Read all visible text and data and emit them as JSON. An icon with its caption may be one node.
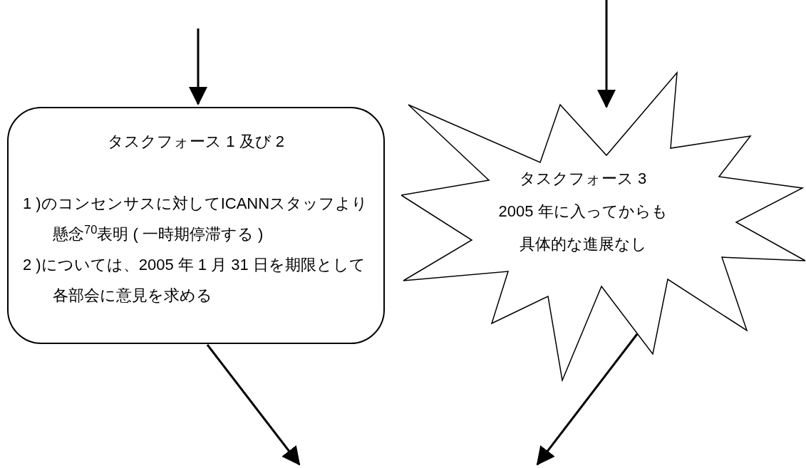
{
  "diagram": {
    "nodes": [
      {
        "text": [
          "タスクフォース 1 及び 2",
          "1 )のコンセンサスに対してICANNスタッフより懸念$^{70}$表明 ( 一時期停滞する )",
          "2 )については、2005 年 1 月 31 日を期限として各部会に意見を求める"
        ]
      },
      {
        "text": [
          "タスクフォース 3",
          "2005 年に入ってからも",
          "具体的な進展なし"
        ]
      }
    ],
    "edges": [
      {
        "from": null,
        "to": 0,
        "arrow": "to"
      },
      {
        "from": null,
        "to": 1,
        "arrow": "to"
      },
      {
        "from": 0,
        "to": null,
        "arrow": "to"
      },
      {
        "from": 1,
        "to": null,
        "arrow": "to"
      }
    ]
  }
}
